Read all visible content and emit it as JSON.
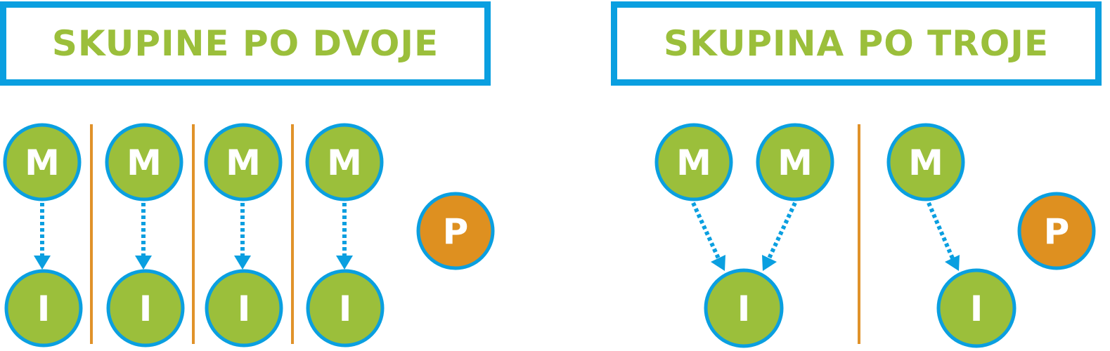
{
  "left_panel": {
    "title": "SKUPINE PO DVOJE"
  },
  "right_panel": {
    "title": "SKUPINA PO TROJE"
  },
  "labels": {
    "m": "M",
    "i": "I",
    "p": "P"
  },
  "colors": {
    "title_border": "#0a9fe0",
    "title_text": "#9bbf3b",
    "node_green": "#9bbf3b",
    "node_orange": "#de9020",
    "node_border": "#0a9fe0",
    "divider": "#e0922a",
    "arrow": "#0a9fe0"
  }
}
